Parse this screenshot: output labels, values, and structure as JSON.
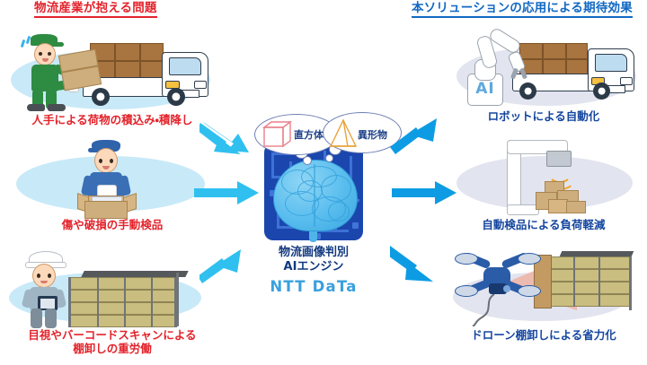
{
  "headings": {
    "left": "物流産業が抱える問題",
    "right": "本ソリューションの応用による期待効果"
  },
  "colors": {
    "problem_red": "#e3232b",
    "effect_blue": "#1268c3",
    "arrow_left_cyan": "#2fc0ef",
    "arrow_right_blue": "#0d9ce3",
    "chip_navy": "#1b46ad",
    "brain_blue": "#59bdee",
    "ellipse_left": "#c8e9f8",
    "ellipse_right": "#e2e4ef",
    "caption_right_navy": "#14459e",
    "ntt_logo_blue": "#3aa0dd",
    "cuboid_pink": "#e9808a",
    "irregular_orange": "#e8a33a",
    "drone_blue": "#2a5ca8",
    "scan_cone_salmon": "#f0a995"
  },
  "problems": [
    {
      "id": "manual-loading",
      "caption": "人手による荷物の積込み・積降し",
      "illustration": "worker-carrying-box-and-truck"
    },
    {
      "id": "manual-inspection",
      "caption": "傷や破損の手動検品",
      "illustration": "worker-inspecting-open-carton"
    },
    {
      "id": "manual-stocktaking",
      "caption": "目視やバーコードスキャンによる\n棚卸しの重労働",
      "illustration": "worker-with-clipboard-and-shelf-rack"
    }
  ],
  "engine": {
    "title": "物流画像判別\nAIエンジン",
    "logo": "NTT DaTa",
    "classes": [
      {
        "id": "cuboid",
        "label": "直方体",
        "icon": "cube-icon"
      },
      {
        "id": "irregular",
        "label": "異形物",
        "icon": "pyramid-icon"
      }
    ]
  },
  "effects": [
    {
      "id": "robot-automation",
      "caption": "ロボットによる自動化",
      "illustration": "ai-robot-arm-loading-truck",
      "badge": "AI"
    },
    {
      "id": "auto-inspection",
      "caption": "自動検品による負荷軽減",
      "illustration": "gantry-scanner-over-boxes"
    },
    {
      "id": "drone-stocktaking",
      "caption": "ドローン棚卸しによる省力化",
      "illustration": "drone-scanning-shelf-rack"
    }
  ],
  "arrows": {
    "in": [
      {
        "id": "arrow-in-top",
        "direction": "down-right"
      },
      {
        "id": "arrow-in-middle",
        "direction": "right"
      },
      {
        "id": "arrow-in-bottom",
        "direction": "up-right"
      }
    ],
    "out": [
      {
        "id": "arrow-out-top",
        "direction": "up-right"
      },
      {
        "id": "arrow-out-middle",
        "direction": "right"
      },
      {
        "id": "arrow-out-bottom",
        "direction": "down-right"
      }
    ]
  }
}
